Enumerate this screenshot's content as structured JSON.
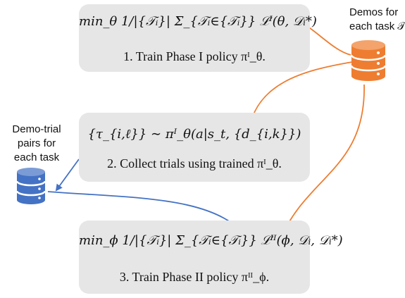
{
  "phase1": {
    "formula": "min_θ 1/|{𝒯ᵢ}| Σ_{𝒯ᵢ∈{𝒯ᵢ}} ℒᴵ(θ, 𝒟ᵢ*)",
    "caption": "1. Train Phase I policy πᴵ_θ."
  },
  "phase2": {
    "formula": "{τ_{i,ℓ}} ∼ πᴵ_θ(a|s_t, {d_{i,k}})",
    "caption": "2. Collect trials using trained πᴵ_θ."
  },
  "phase3": {
    "formula": "min_ϕ 1/|{𝒯ᵢ}| Σ_{𝒯ᵢ∈{𝒯ᵢ}} ℒᴵᴵ(ϕ, 𝒟ᵢ, 𝒟ᵢ*)",
    "caption": "3. Train Phase II policy πᴵᴵ_ϕ."
  },
  "demos_store": {
    "label_line1": "Demos for",
    "label_line2": "each task 𝒯ᵢ",
    "icon": "database-icon"
  },
  "pairs_store": {
    "label_line1": "Demo-trial",
    "label_line2": "pairs for",
    "label_line3": "each task",
    "icon": "database-icon"
  },
  "colors": {
    "box_fill": "#e6e6e6",
    "demos_db": "#ee7d31",
    "pairs_db": "#4472c4",
    "demos_arrow": "#ee7d31",
    "pairs_arrow": "#4472c4"
  }
}
